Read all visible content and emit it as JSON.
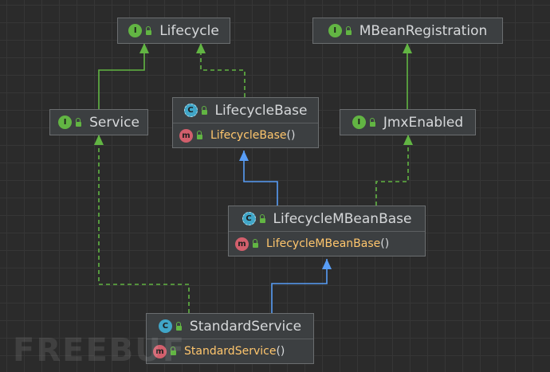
{
  "diagram": {
    "nodes": [
      {
        "id": "lifecycle",
        "name": "Lifecycle",
        "kind": "interface",
        "kind_icon": "interface-icon",
        "members": []
      },
      {
        "id": "mbeanregistration",
        "name": "MBeanRegistration",
        "kind": "interface",
        "kind_icon": "interface-icon",
        "members": []
      },
      {
        "id": "service",
        "name": "Service",
        "kind": "interface",
        "kind_icon": "interface-icon",
        "members": []
      },
      {
        "id": "lifecyclebase",
        "name": "LifecycleBase",
        "kind": "abstract-class",
        "kind_icon": "abstract-class-icon",
        "members": [
          {
            "name": "LifecycleBase",
            "suffix": "()",
            "kind_icon": "method-icon"
          }
        ]
      },
      {
        "id": "jmxenabled",
        "name": "JmxEnabled",
        "kind": "interface",
        "kind_icon": "interface-icon",
        "members": []
      },
      {
        "id": "lifecyclembeanbase",
        "name": "LifecycleMBeanBase",
        "kind": "abstract-class",
        "kind_icon": "abstract-class-icon",
        "members": [
          {
            "name": "LifecycleMBeanBase",
            "suffix": "()",
            "kind_icon": "method-icon"
          }
        ]
      },
      {
        "id": "standardservice",
        "name": "StandardService",
        "kind": "class",
        "kind_icon": "class-icon",
        "members": [
          {
            "name": "StandardService",
            "suffix": "()",
            "kind_icon": "method-icon"
          }
        ]
      }
    ],
    "edges": [
      {
        "from": "service",
        "to": "lifecycle",
        "type": "extends-interface",
        "color": "#62b543"
      },
      {
        "from": "lifecyclebase",
        "to": "lifecycle",
        "type": "implements",
        "color": "#62b543"
      },
      {
        "from": "jmxenabled",
        "to": "mbeanregistration",
        "type": "extends-interface",
        "color": "#62b543"
      },
      {
        "from": "lifecyclembeanbase",
        "to": "lifecyclebase",
        "type": "extends-class",
        "color": "#589df6"
      },
      {
        "from": "lifecyclembeanbase",
        "to": "jmxenabled",
        "type": "implements",
        "color": "#62b543"
      },
      {
        "from": "standardservice",
        "to": "lifecyclembeanbase",
        "type": "extends-class",
        "color": "#589df6"
      },
      {
        "from": "standardservice",
        "to": "service",
        "type": "implements",
        "color": "#62b543"
      }
    ]
  },
  "watermark": "FREEBUF",
  "colors": {
    "background": "#2b2b2b",
    "node_fill": "#3c3f41",
    "node_border": "#6b6e70",
    "interface_badge": "#62b543",
    "class_badge": "#40a6c8",
    "method_badge": "#d25f6c",
    "method_name": "#ffc66d",
    "inherit_arrow": "#589df6",
    "implement_arrow": "#62b543"
  }
}
